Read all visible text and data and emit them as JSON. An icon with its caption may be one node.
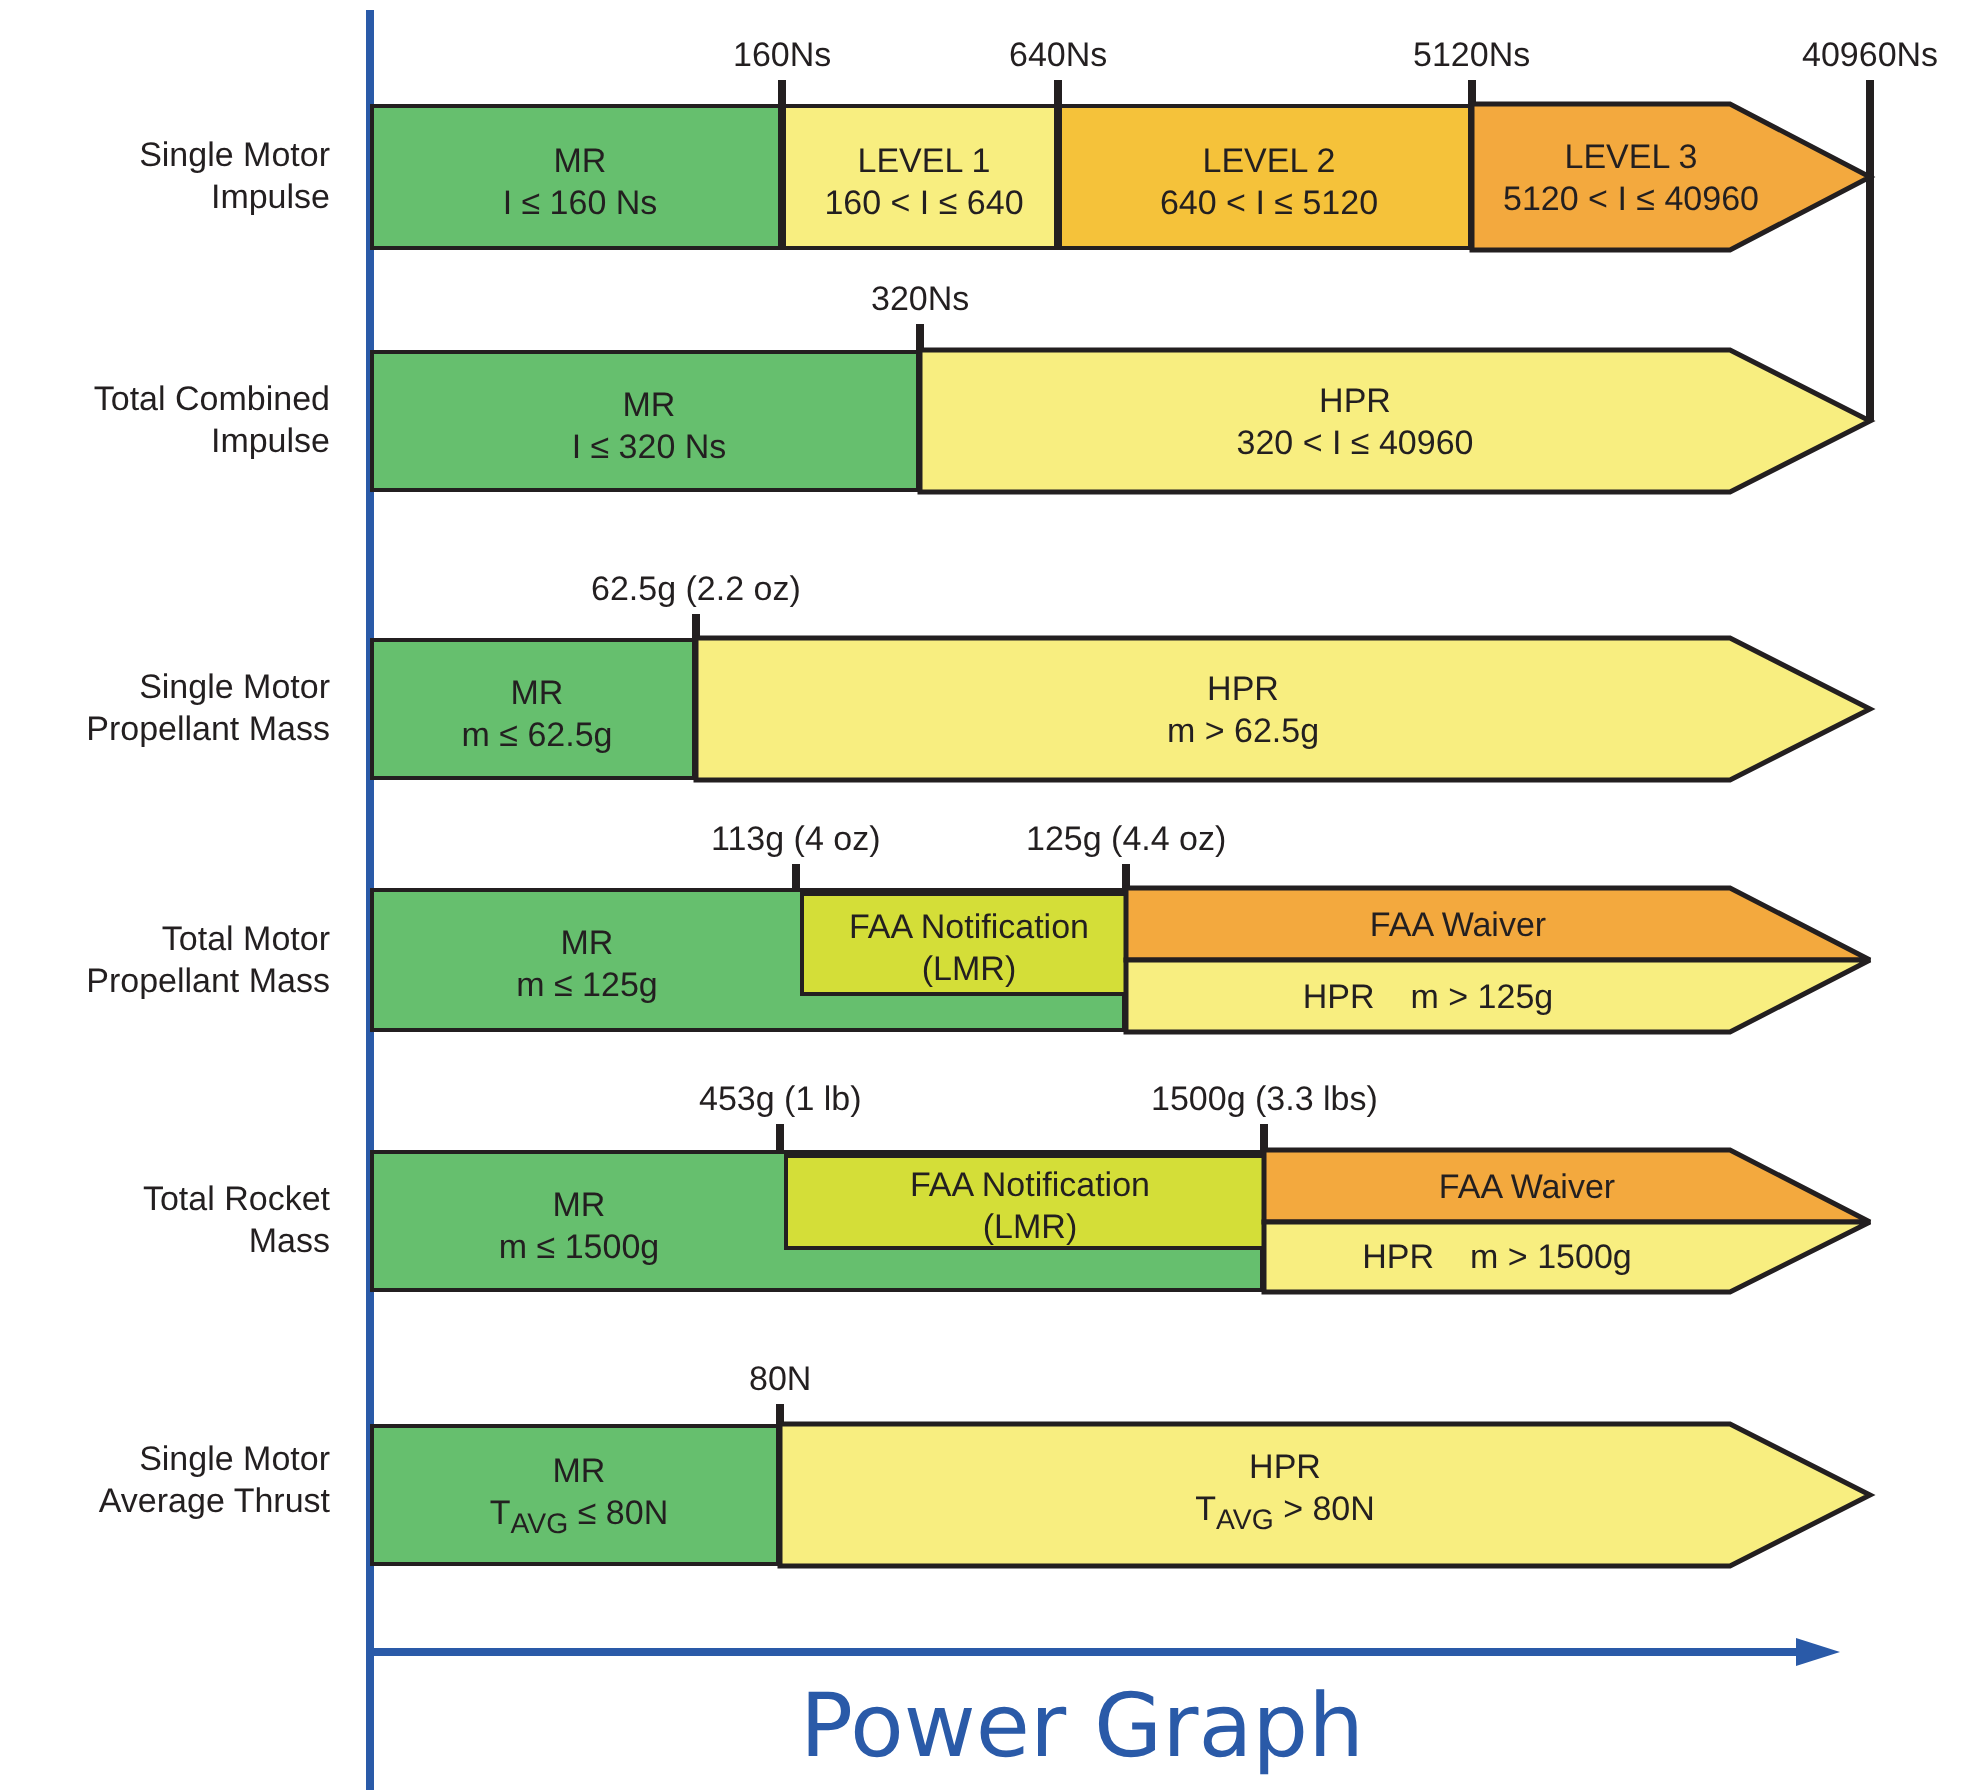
{
  "diagram": {
    "caption": "Power Graph",
    "nodes": [
      {
        "text": [
          "MR",
          "I ≤ 160 Ns"
        ]
      },
      {
        "text": [
          "LEVEL 1",
          "160 < I ≤ 640"
        ]
      },
      {
        "text": [
          "LEVEL 2",
          "640 < I ≤ 5120"
        ]
      },
      {
        "text": [
          "LEVEL 3",
          "5120 < I ≤ 40960"
        ]
      },
      {
        "text": [
          "MR",
          "I ≤ 320 Ns"
        ]
      },
      {
        "text": [
          "HPR",
          "320 < I ≤ 40960"
        ]
      },
      {
        "text": [
          "MR",
          "m ≤ 62.5g"
        ]
      },
      {
        "text": [
          "HPR",
          "m > 62.5g"
        ]
      },
      {
        "text": [
          "MR",
          "m ≤ 125g"
        ]
      },
      {
        "text": [
          "FAA Notification (LMR)"
        ],
        "in": 8
      },
      {
        "text": [
          "FAA Waiver"
        ]
      },
      {
        "text": [
          "HPR",
          "m > 125g"
        ]
      },
      {
        "text": [
          "MR",
          "m ≤ 1500g"
        ]
      },
      {
        "text": [
          "FAA Notification (LMR)"
        ],
        "in": 12
      },
      {
        "text": [
          "FAA Waiver"
        ]
      },
      {
        "text": [
          "HPR",
          "m > 1500g"
        ]
      },
      {
        "text": [
          "MR",
          "T$_{AVG}$ ≤ 80N"
        ]
      },
      {
        "text": [
          "HPR",
          "T$_{AVG}$ > 80N"
        ]
      }
    ],
    "labels": [
      "160Ns",
      "640Ns",
      "5120Ns",
      "40960Ns",
      "Single Motor Impulse",
      "320Ns",
      "Total Combined Impulse",
      "62.5g (2.2 oz)",
      "Single Motor Propellant Mass",
      "113g (4 oz)",
      "125g (4.4 oz)",
      "Total Motor Propellant Mass",
      "453g (1 lb)",
      "1500g (3.3 lbs)",
      "Total Rocket Mass",
      "80N",
      "Single Motor Average Thrust"
    ]
  }
}
